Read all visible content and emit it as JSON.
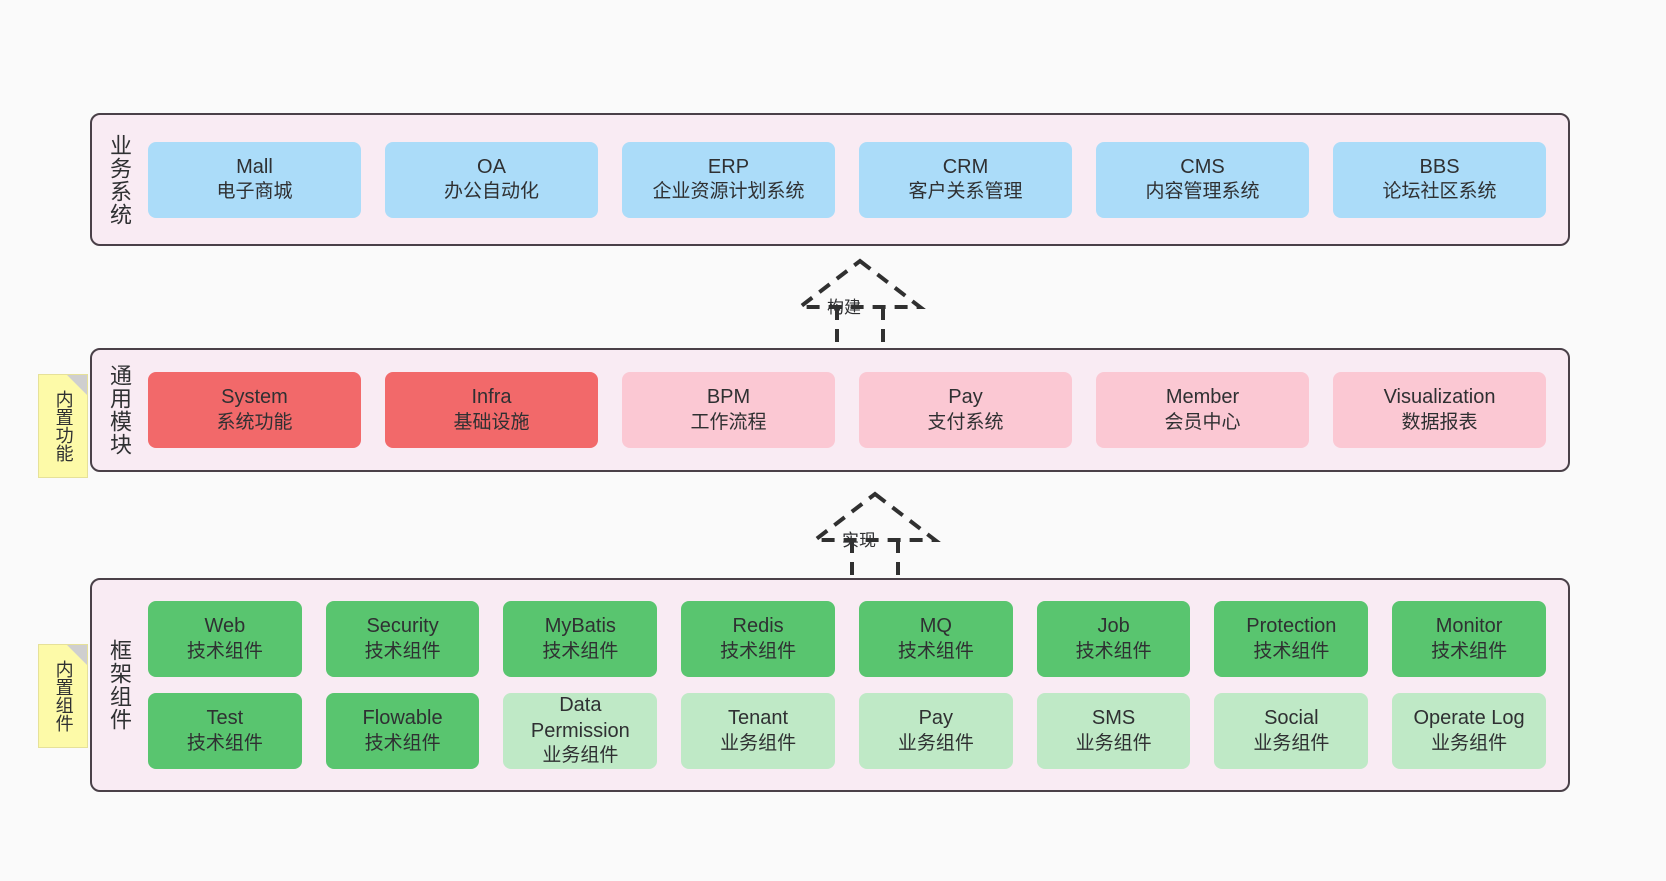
{
  "diagram": {
    "background_color": "#fafafa",
    "container_fill": "#f9ebf3",
    "container_border": "#4a4048"
  },
  "layers": [
    {
      "id": "business",
      "title": "业务系统",
      "accent": "#abdcf9",
      "rows": [
        [
          {
            "name": "Mall",
            "desc": "电子商城",
            "style": "blue"
          },
          {
            "name": "OA",
            "desc": "办公自动化",
            "style": "blue"
          },
          {
            "name": "ERP",
            "desc": "企业资源计划系统",
            "style": "blue"
          },
          {
            "name": "CRM",
            "desc": "客户关系管理",
            "style": "blue"
          },
          {
            "name": "CMS",
            "desc": "内容管理系统",
            "style": "blue"
          },
          {
            "name": "BBS",
            "desc": "论坛社区系统",
            "style": "blue"
          }
        ]
      ]
    },
    {
      "id": "common",
      "title": "通用模块",
      "accent": "#f2696a",
      "rows": [
        [
          {
            "name": "System",
            "desc": "系统功能",
            "style": "red"
          },
          {
            "name": "Infra",
            "desc": "基础设施",
            "style": "red"
          },
          {
            "name": "BPM",
            "desc": "工作流程",
            "style": "pink"
          },
          {
            "name": "Pay",
            "desc": "支付系统",
            "style": "pink"
          },
          {
            "name": "Member",
            "desc": "会员中心",
            "style": "pink"
          },
          {
            "name": "Visualization",
            "desc": "数据报表",
            "style": "pink"
          }
        ]
      ]
    },
    {
      "id": "framework",
      "title": "框架组件",
      "accent": "#59c56f",
      "rows": [
        [
          {
            "name": "Web",
            "desc": "技术组件",
            "style": "green"
          },
          {
            "name": "Security",
            "desc": "技术组件",
            "style": "green"
          },
          {
            "name": "MyBatis",
            "desc": "技术组件",
            "style": "green"
          },
          {
            "name": "Redis",
            "desc": "技术组件",
            "style": "green"
          },
          {
            "name": "MQ",
            "desc": "技术组件",
            "style": "green"
          },
          {
            "name": "Job",
            "desc": "技术组件",
            "style": "green"
          },
          {
            "name": "Protection",
            "desc": "技术组件",
            "style": "green"
          },
          {
            "name": "Monitor",
            "desc": "技术组件",
            "style": "green"
          }
        ],
        [
          {
            "name": "Test",
            "desc": "技术组件",
            "style": "green"
          },
          {
            "name": "Flowable",
            "desc": "技术组件",
            "style": "green"
          },
          {
            "name": "Data Permission",
            "desc": "业务组件",
            "style": "lgreen"
          },
          {
            "name": "Tenant",
            "desc": "业务组件",
            "style": "lgreen"
          },
          {
            "name": "Pay",
            "desc": "业务组件",
            "style": "lgreen"
          },
          {
            "name": "SMS",
            "desc": "业务组件",
            "style": "lgreen"
          },
          {
            "name": "Social",
            "desc": "业务组件",
            "style": "lgreen"
          },
          {
            "name": "Operate Log",
            "desc": "业务组件",
            "style": "lgreen"
          }
        ]
      ]
    }
  ],
  "sticky_notes": [
    {
      "id": "common-note",
      "text": "内置功能",
      "color": "#fdfaa8"
    },
    {
      "id": "framework-note",
      "text": "内置组件",
      "color": "#fdfaa8"
    }
  ],
  "connectors": [
    {
      "id": "build",
      "label": "构建",
      "style": "dashed-generalization",
      "from": "common",
      "to": "business"
    },
    {
      "id": "implement",
      "label": "实现",
      "style": "dashed-generalization",
      "from": "framework",
      "to": "common"
    }
  ]
}
